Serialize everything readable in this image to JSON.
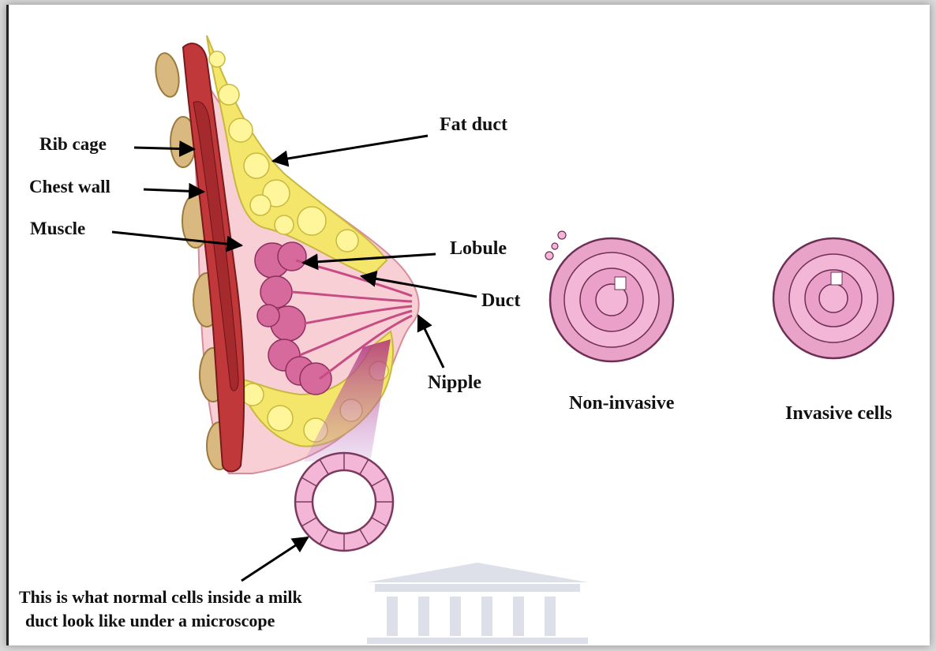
{
  "labels": {
    "rib_cage": "Rib cage",
    "chest_wall": "Chest wall",
    "muscle": "Muscle",
    "fat_duct": "Fat duct",
    "lobule": "Lobule",
    "duct": "Duct",
    "nipple": "Nipple",
    "non_invasive": "Non-invasive",
    "invasive_cells": "Invasive cells"
  },
  "caption": {
    "line1": "This is what normal cells inside a milk",
    "line2": "duct  look like under a microscope"
  },
  "colors": {
    "rib": "#d9b97f",
    "muscle": "#c0383a",
    "fat": "#f4e66a",
    "lobule": "#d76a9c",
    "cell_fill": "#f3b6d6",
    "cell_stroke": "#7a3a5e",
    "skin": "#f7cfd5"
  },
  "icons": {
    "watermark": "university-building-icon"
  }
}
